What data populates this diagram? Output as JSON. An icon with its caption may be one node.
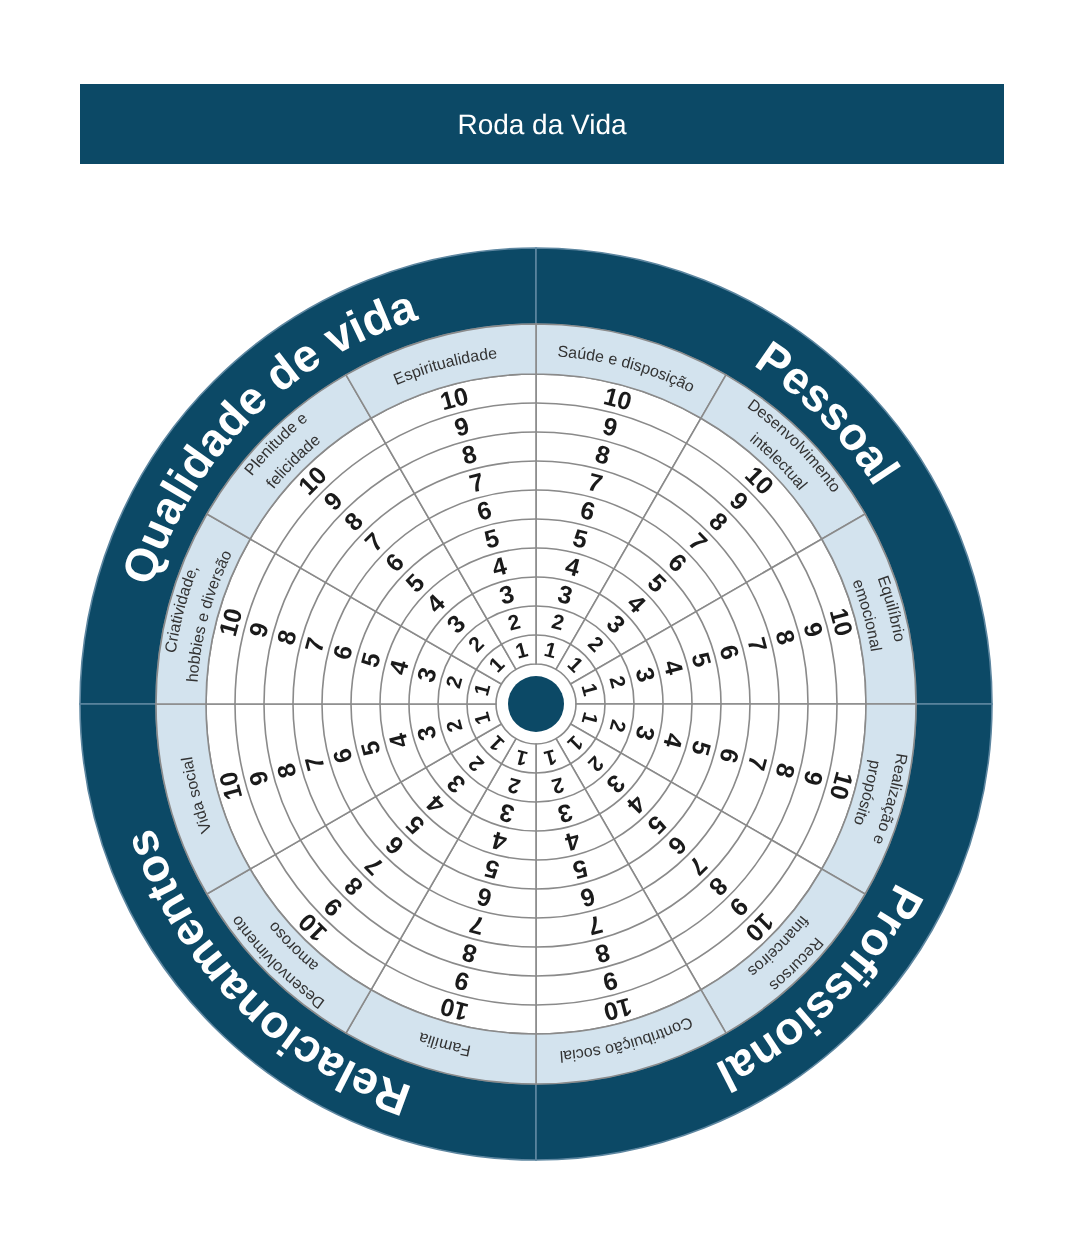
{
  "diagram": {
    "title": "Roda da Vida",
    "nodes": [
      {
        "text": [
          "Qualidade de vida"
        ]
      },
      {
        "text": [
          "Pessoal"
        ]
      },
      {
        "text": [
          "Relacionamentos"
        ]
      },
      {
        "text": [
          "Profissional"
        ]
      },
      {
        "text": [
          "Saúde e disposição",
          "1",
          "2",
          "3",
          "4",
          "5",
          "6",
          "7",
          "8",
          "9",
          "10"
        ]
      },
      {
        "text": [
          "Desenvolvimento intelectual",
          "1",
          "2",
          "3",
          "4",
          "5",
          "6",
          "7",
          "8",
          "9",
          "10"
        ]
      },
      {
        "text": [
          "Equilíbrio emocional",
          "1",
          "2",
          "3",
          "4",
          "5",
          "6",
          "7",
          "8",
          "9",
          "10"
        ]
      },
      {
        "text": [
          "Realização e propósito",
          "1",
          "2",
          "3",
          "4",
          "5",
          "6",
          "7",
          "8",
          "9",
          "10"
        ]
      },
      {
        "text": [
          "Recursos financeiros",
          "1",
          "2",
          "3",
          "4",
          "5",
          "6",
          "7",
          "8",
          "9",
          "10"
        ]
      },
      {
        "text": [
          "Contribuição social",
          "1",
          "2",
          "3",
          "4",
          "5",
          "6",
          "7",
          "8",
          "9",
          "10"
        ]
      },
      {
        "text": [
          "Família",
          "1",
          "2",
          "3",
          "4",
          "5",
          "6",
          "7",
          "8",
          "9",
          "10"
        ]
      },
      {
        "text": [
          "Desenvolvimento amoroso",
          "1",
          "2",
          "3",
          "4",
          "5",
          "6",
          "7",
          "8",
          "9",
          "10"
        ]
      },
      {
        "text": [
          "Vida social",
          "1",
          "2",
          "3",
          "4",
          "5",
          "6",
          "7",
          "8",
          "9",
          "10"
        ]
      },
      {
        "text": [
          "Criatividade, hobbies e diversão",
          "1",
          "2",
          "3",
          "4",
          "5",
          "6",
          "7",
          "8",
          "9",
          "10"
        ]
      },
      {
        "text": [
          "Plenitude e felicidade",
          "1",
          "2",
          "3",
          "4",
          "5",
          "6",
          "7",
          "8",
          "9",
          "10"
        ]
      },
      {
        "text": [
          "Espiritualidade",
          "1",
          "2",
          "3",
          "4",
          "5",
          "6",
          "7",
          "8",
          "9",
          "10"
        ]
      }
    ]
  }
}
